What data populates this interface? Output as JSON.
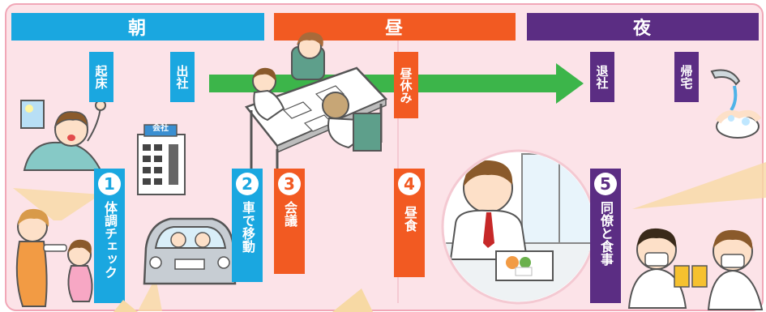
{
  "headers": {
    "morning": "朝",
    "noon": "昼",
    "night": "夜"
  },
  "events": {
    "wake_up": "起床",
    "go_to_work": "出社",
    "lunch_break": "昼休み",
    "leave_work": "退社",
    "go_home": "帰宅"
  },
  "steps": [
    {
      "number": "1",
      "label": "体調チェック"
    },
    {
      "number": "2",
      "label": "車で移動"
    },
    {
      "number": "3",
      "label": "会議"
    },
    {
      "number": "4",
      "label": "昼食"
    },
    {
      "number": "5",
      "label": "同僚と食事"
    }
  ],
  "illustrations": {
    "building_sign": "会社"
  },
  "colors": {
    "morning": "#1aa7e0",
    "noon": "#f25a22",
    "night": "#5b2d83",
    "arrow": "#3cb54a",
    "panel": "#fce3e8"
  }
}
